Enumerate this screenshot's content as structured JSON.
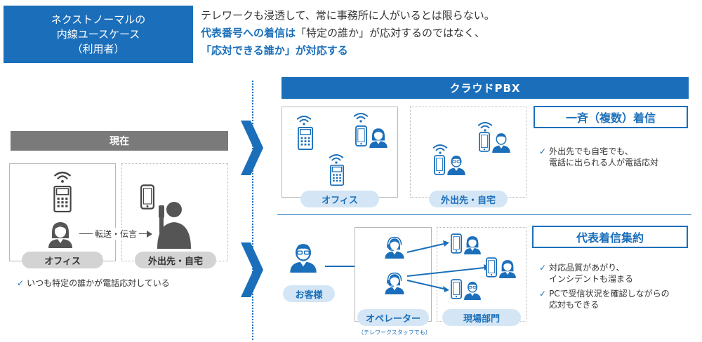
{
  "header": {
    "title_lines": [
      "ネクストノーマルの",
      "内線ユースケース",
      "（利用者）"
    ],
    "intro_line1": "テレワークも浸透して、常に事務所に人がいるとは限らない。",
    "intro_line2_bold": "代表番号への着信は",
    "intro_line2_rest": "「特定の誰か」が応対するのではなく、",
    "intro_line3": "「応対できる誰か」が対応する"
  },
  "current": {
    "heading": "現在",
    "office_label": "オフィス",
    "remote_label": "外出先・自宅",
    "forward_label": "転送・伝言",
    "note": "いつも特定の誰かが電話応対している"
  },
  "pbx": {
    "heading": "クラウドPBX",
    "top": {
      "office_label": "オフィス",
      "remote_label": "外出先・自宅",
      "feature": "一斉（複数）着信",
      "notes": [
        "外出先でも自宅でも、",
        "電話に出られる人が電話応対"
      ]
    },
    "bottom": {
      "customer_label": "お客様",
      "operator_label": "オペレーター",
      "operator_caption": "（テレワークスタッフでも）",
      "site_label": "現場部門",
      "feature": "代表着信集約",
      "notes": [
        [
          "対応品質があがり、",
          "インシデントも溜まる"
        ],
        [
          "PCで受信状況を確認しながらの",
          "応対もできる"
        ]
      ]
    }
  },
  "checkmark": "✓",
  "colors": {
    "accent": "#1b6fba",
    "gray": "#7a7a7a",
    "light_blue": "#d4e6f5"
  }
}
